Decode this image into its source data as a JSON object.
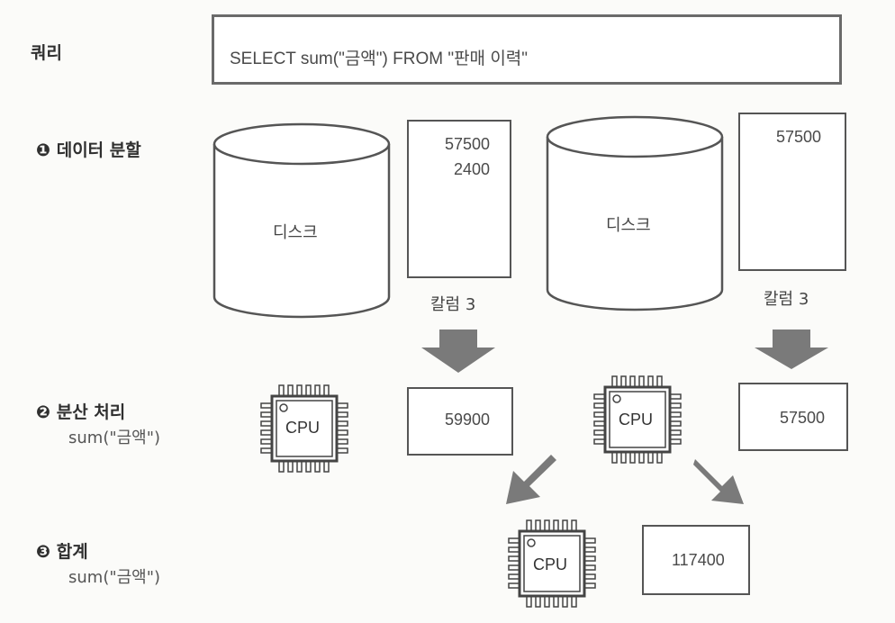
{
  "query": {
    "label": "쿼리",
    "sql": "SELECT sum(\"금액\") FROM \"판매 이력\""
  },
  "steps": [
    {
      "number": "❶",
      "title": "데이터 분할",
      "subtitle": ""
    },
    {
      "number": "❷",
      "title": "분산 처리",
      "subtitle": "sum(\"금액\")"
    },
    {
      "number": "❸",
      "title": "합계",
      "subtitle": "sum(\"금액\")"
    }
  ],
  "nodes": [
    {
      "disk_label": "디스크",
      "column_values": [
        "57500",
        "2400"
      ],
      "column_caption": "칼럼 3",
      "cpu_label": "CPU",
      "partial_result": "59900"
    },
    {
      "disk_label": "디스크",
      "column_values": [
        "57500"
      ],
      "column_caption": "칼럼 3",
      "cpu_label": "CPU",
      "partial_result": "57500"
    }
  ],
  "final": {
    "cpu_label": "CPU",
    "result": "117400"
  },
  "colors": {
    "arrow": "#7a7a7a",
    "border": "#555555",
    "cylinder": "#ffffff"
  }
}
